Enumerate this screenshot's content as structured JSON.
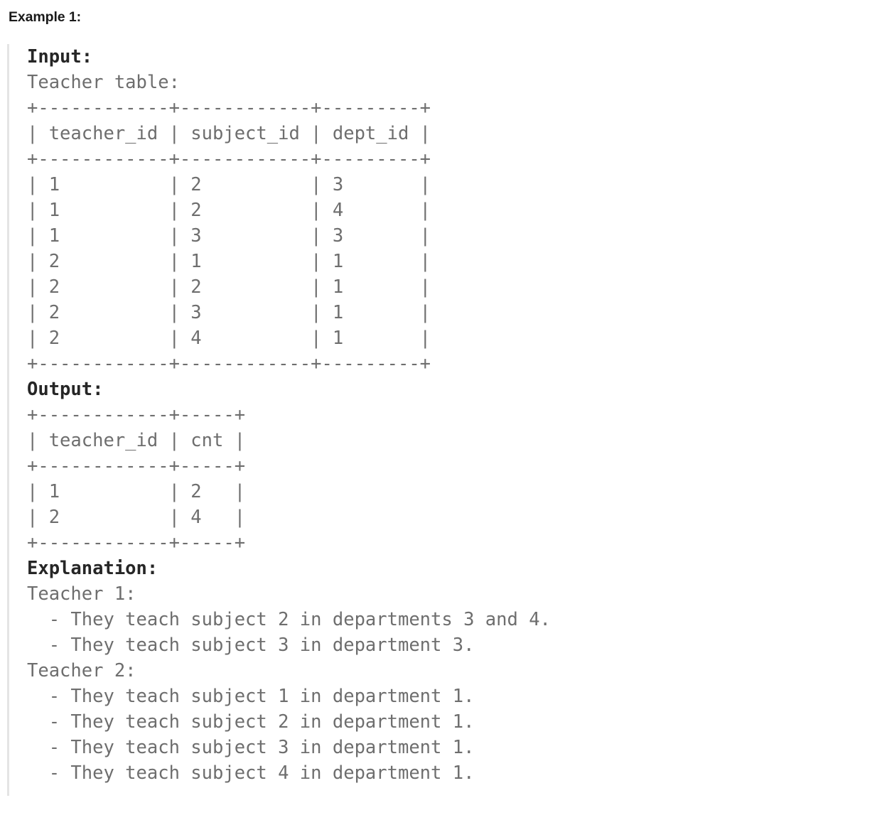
{
  "example": {
    "heading": "Example 1:"
  },
  "input": {
    "label": "Input:",
    "table_caption": "Teacher table:",
    "table_border": "+------------+------------+---------+",
    "table_header": "| teacher_id | subject_id | dept_id |",
    "rows": [
      "| 1          | 2          | 3       |",
      "| 1          | 2          | 4       |",
      "| 1          | 3          | 3       |",
      "| 2          | 1          | 1       |",
      "| 2          | 2          | 1       |",
      "| 2          | 3          | 1       |",
      "| 2          | 4          | 1       |"
    ]
  },
  "output": {
    "label": "Output:",
    "table_border": "+------------+-----+",
    "table_header": "| teacher_id | cnt |",
    "rows": [
      "| 1          | 2   |",
      "| 2          | 4   |"
    ]
  },
  "explanation": {
    "label": "Explanation:",
    "lines": [
      "Teacher 1:",
      "  - They teach subject 2 in departments 3 and 4.",
      "  - They teach subject 3 in department 3.",
      "Teacher 2:",
      "  - They teach subject 1 in department 1.",
      "  - They teach subject 2 in department 1.",
      "  - They teach subject 3 in department 1.",
      "  - They teach subject 4 in department 1."
    ]
  },
  "table_data": {
    "type": "table",
    "input_table": {
      "name": "Teacher",
      "columns": [
        "teacher_id",
        "subject_id",
        "dept_id"
      ],
      "values": [
        [
          1,
          2,
          3
        ],
        [
          1,
          2,
          4
        ],
        [
          1,
          3,
          3
        ],
        [
          2,
          1,
          1
        ],
        [
          2,
          2,
          1
        ],
        [
          2,
          3,
          1
        ],
        [
          2,
          4,
          1
        ]
      ]
    },
    "output_table": {
      "columns": [
        "teacher_id",
        "cnt"
      ],
      "values": [
        [
          1,
          2
        ],
        [
          2,
          4
        ]
      ]
    }
  },
  "colors": {
    "background": "#ffffff",
    "heading_text": "#1a1a1a",
    "code_heading_text": "#262626",
    "code_text": "#6e6e6e",
    "block_rule": "#e4e4e4"
  }
}
